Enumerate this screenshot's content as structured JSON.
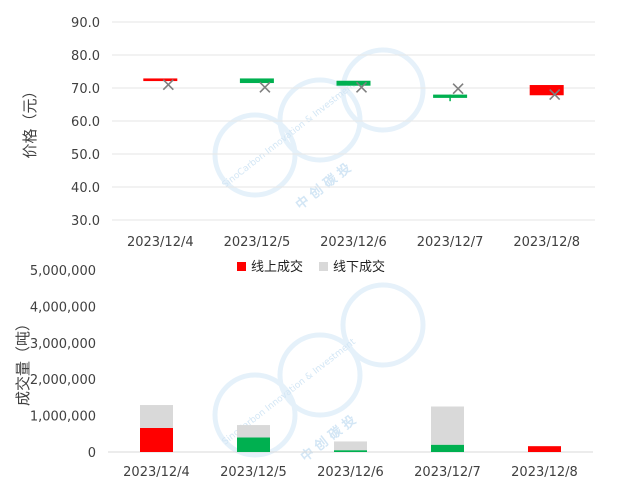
{
  "watermark": {
    "text_en": "SinoCarbon Innovation & Investment",
    "text_cn": "中 创 碳 投"
  },
  "chart_data": [
    {
      "type": "candlestick",
      "ylabel": "价格（元）",
      "ylim": [
        30,
        90
      ],
      "yticks": [
        "30.0",
        "40.0",
        "50.0",
        "60.0",
        "70.0",
        "80.0",
        "90.0"
      ],
      "categories": [
        "2023/12/4",
        "2023/12/5",
        "2023/12/6",
        "2023/12/7",
        "2023/12/8"
      ],
      "open": [
        72.9,
        71.5,
        70.7,
        67.0,
        70.9
      ],
      "close": [
        72.1,
        72.9,
        72.2,
        68.0,
        67.8
      ],
      "marker_x": [
        71.0,
        70.2,
        70.2,
        69.8,
        68.0
      ],
      "colors": {
        "up": "#ff0000",
        "down": "#00b050",
        "marker": "#7f7f7f"
      }
    },
    {
      "type": "bar",
      "stacked": true,
      "ylabel": "成交量（吨）",
      "ylim": [
        0,
        5000000
      ],
      "yticks": [
        "0",
        "1,000,000",
        "2,000,000",
        "3,000,000",
        "4,000,000",
        "5,000,000"
      ],
      "categories": [
        "2023/12/4",
        "2023/12/5",
        "2023/12/6",
        "2023/12/7",
        "2023/12/8"
      ],
      "series": [
        {
          "name": "线上成交",
          "values": [
            660000,
            400000,
            50000,
            200000,
            160000
          ],
          "colors": [
            "#ff0000",
            "#00b050",
            "#00b050",
            "#00b050",
            "#ff0000"
          ]
        },
        {
          "name": "线下成交",
          "values": [
            630000,
            340000,
            240000,
            1050000,
            0
          ],
          "color": "#d9d9d9"
        }
      ],
      "legend": "top-center"
    }
  ]
}
